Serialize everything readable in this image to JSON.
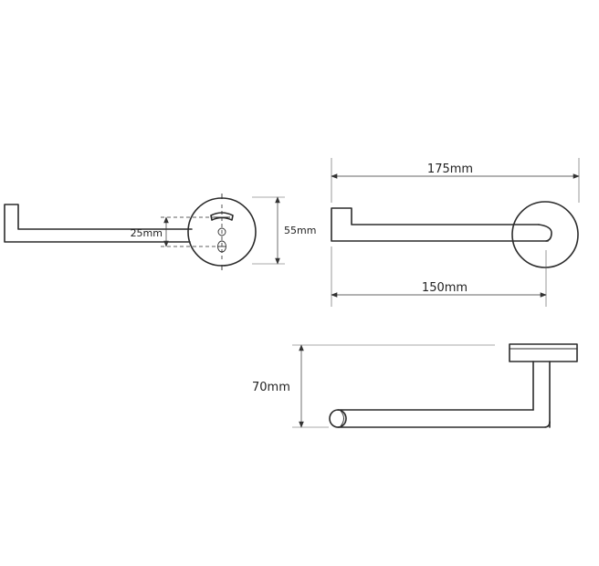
{
  "dimensions": {
    "width_top": "175mm",
    "width_inner": "150mm",
    "height_plate": "55mm",
    "slot_spacing": "25mm",
    "depth": "70mm"
  }
}
